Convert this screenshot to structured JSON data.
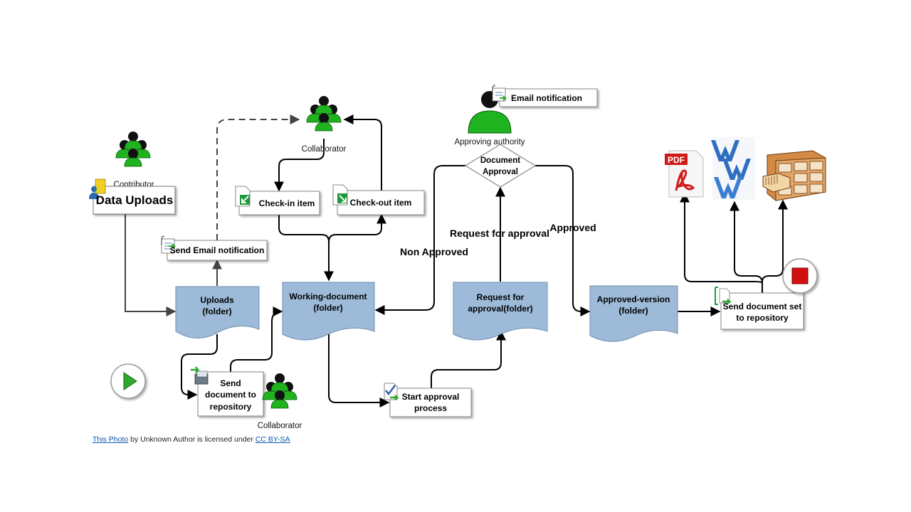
{
  "nodes": {
    "data_uploads": "Data Uploads",
    "contributor": "Contributor",
    "send_email_notification": "Send Email notification",
    "collaborator_top": "Collaborator",
    "check_in": "Check-in item",
    "check_out": "Check-out item",
    "uploads": [
      "Uploads",
      "(folder)"
    ],
    "working_document": [
      "Working-document",
      "(folder)"
    ],
    "send_doc_repo": [
      "Send",
      "document to",
      "repository"
    ],
    "collaborator_bottom": "Collaborator",
    "start_approval": [
      "Start approval",
      "process"
    ],
    "request_folder": [
      "Request for",
      "approval(folder)"
    ],
    "email_notification": "Email notification",
    "approving_authority": "Approving authority",
    "document_approval": [
      "Document",
      "Approval"
    ],
    "approved_version": [
      "Approved-version",
      "(folder)"
    ],
    "send_doc_set": [
      "Send document set",
      "to repository"
    ],
    "pdf_label": "PDF"
  },
  "edges": {
    "non_approved": "Non Approved",
    "request_for_approval": "Request for approval",
    "approved": "Approved"
  },
  "credit": {
    "photo_link": "This Photo",
    "middle": " by Unknown Author is licensed under ",
    "license_link": "CC BY-SA"
  },
  "colors": {
    "folder_fill": "#9dbbd9",
    "folder_stroke": "#6f8fae",
    "person_green": "#1fb31f",
    "play_green": "#2ea82e",
    "stop_red": "#d10f0f",
    "word_blue": "#2f6fc0"
  }
}
